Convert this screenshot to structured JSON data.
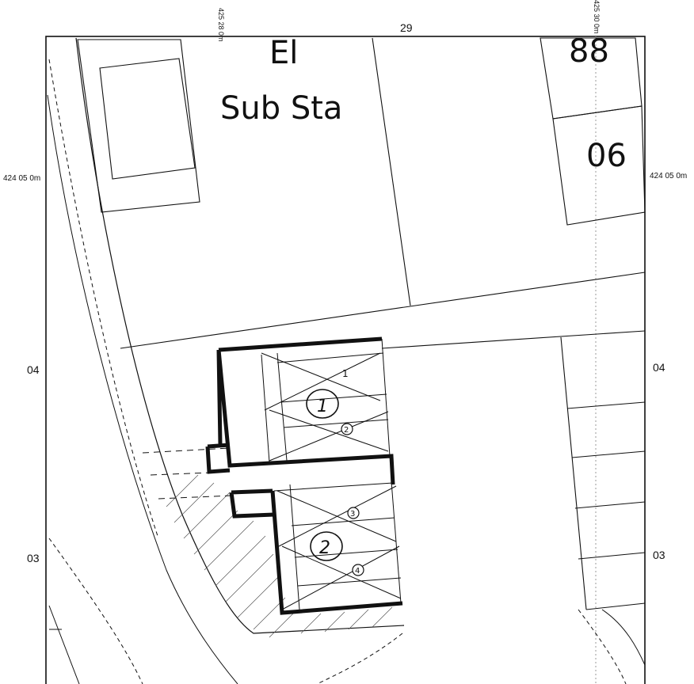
{
  "map": {
    "frame_labels": {
      "top_left_easting": "425 28 0m",
      "top_mid": "29",
      "top_right_easting": "425 30 0m",
      "left_northing_top": "424 05 0m",
      "right_northing_top": "424 05 0m",
      "left_04": "04",
      "right_04": "04",
      "left_03": "03",
      "right_03": "03"
    },
    "site_labels": {
      "el": "El",
      "sub_sta": "Sub Sta",
      "house_88": "88",
      "house_06": "06"
    },
    "annotations": {
      "block_1": "1",
      "block_2": "2",
      "unit_1": "1",
      "unit_2": "2",
      "unit_3": "3",
      "unit_4": "4"
    },
    "colors": {
      "ink": "#111111",
      "paper": "#ffffff",
      "hatch": "#555555"
    }
  }
}
